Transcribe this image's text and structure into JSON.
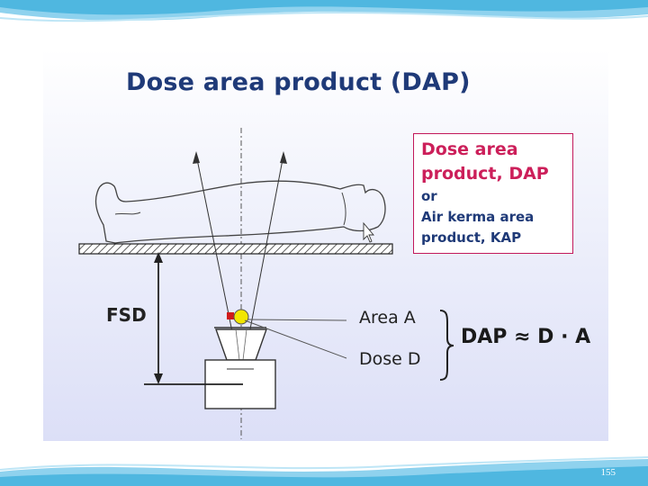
{
  "slide": {
    "title": "Dose area product (DAP)",
    "page_number": "155"
  },
  "definition_box": {
    "line1": "Dose area",
    "line2": "product, DAP",
    "line3": "or",
    "line4": "Air kerma area",
    "line5": "product, KAP"
  },
  "diagram": {
    "fsd_label": "FSD",
    "area_label": "Area A",
    "dose_label": "Dose D",
    "formula": "DAP ≈ D · A"
  },
  "colors": {
    "title": "#1f3a78",
    "accent": "#cc1f5a",
    "wave": "#4fb7e0",
    "chamber": "#f2e600"
  }
}
